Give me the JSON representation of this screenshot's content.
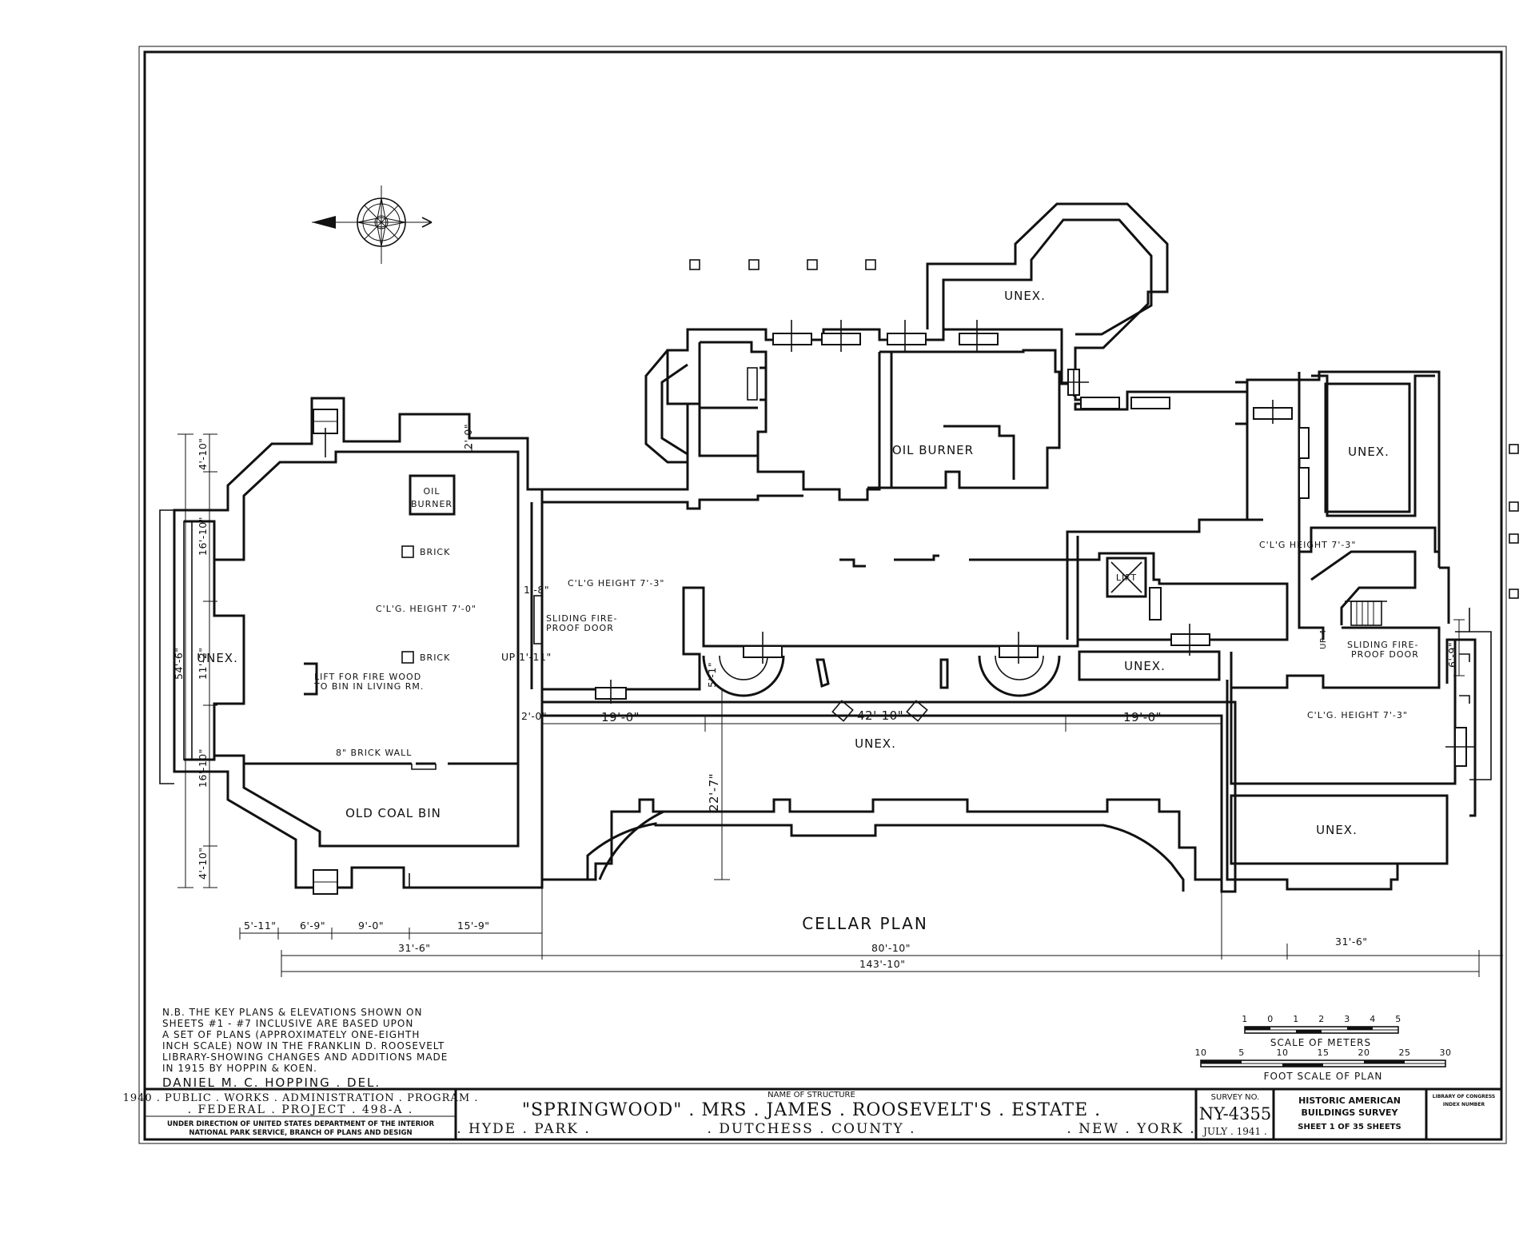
{
  "plan": {
    "title": "CELLAR PLAN",
    "rooms": {
      "unex_north": "UNEX.",
      "unex_east": "UNEX.",
      "unex_west": "UNEX.",
      "unex_center": "UNEX.",
      "unex_small": "UNEX.",
      "unex_southeast": "UNEX.",
      "oil_burner_top": "OIL BURNER",
      "oil_burner_box_1": "OIL",
      "oil_burner_box_2": "BURNER",
      "brick_1": "BRICK",
      "brick_2": "BRICK",
      "clg_west": "C'L'G. HEIGHT 7'-0\"",
      "clg_mid": "C'L'G HEIGHT 7'-3\"",
      "clg_east_upper": "C'L'G HEIGHT 7'-3\"",
      "clg_east_lower": "C'L'G. HEIGHT 7'-3\"",
      "sliding_door_1a": "SLIDING FIRE-",
      "sliding_door_1b": "PROOF DOOR",
      "sliding_door_2a": "SLIDING FIRE-",
      "sliding_door_2b": "PROOF DOOR",
      "lift_firewood_1": "LIFT FOR FIRE WOOD",
      "lift_firewood_2": "TO BIN IN LIVING RM.",
      "brick_wall": "8\" BRICK WALL",
      "old_coal_bin": "OLD COAL BIN",
      "lift": "LIFT"
    },
    "dimensions": {
      "d_4_10_top": "4'-10\"",
      "d_16_10_top": "16'-10\"",
      "d_11_2": "11'-2\"",
      "d_16_10_bot": "16'-10\"",
      "d_4_10_bot": "4'-10\"",
      "d_54_6": "54'-6\"",
      "d_2_0_top": "2'-0\"",
      "d_1_8": "1'-8\"",
      "d_up_1_11": "UP 1'-11\"",
      "d_2_0_left": "2'-0\"",
      "d_5_1": "5'-1\"",
      "d_19_0_left": "19'-0\"",
      "d_42_10": "42'-10\"",
      "d_19_0_right": "19'-0\"",
      "d_22_7": "22'-7\"",
      "d_up_4": "UP 4\"",
      "d_6_9": "6'-9\"",
      "d_5_11": "5'-11\"",
      "d_6_9_bot": "6'-9\"",
      "d_9_0": "9'-0\"",
      "d_15_9": "15'-9\"",
      "d_31_6_left": "31'-6\"",
      "d_80_10": "80'-10\"",
      "d_31_6_right": "31'-6\"",
      "d_143_10": "143'-10\""
    }
  },
  "notes": {
    "line1": "N.B. THE KEY PLANS & ELEVATIONS SHOWN ON",
    "line2": "SHEETS #1 - #7 INCLUSIVE ARE BASED UPON",
    "line3": "A SET OF PLANS (APPROXIMATELY ONE-EIGHTH",
    "line4": "INCH SCALE) NOW IN THE FRANKLIN D. ROOSEVELT",
    "line5": "LIBRARY-SHOWING CHANGES AND ADDITIONS MADE",
    "line6": "IN 1915 BY HOPPIN & KOEN.",
    "delineator": "DANIEL M. C. HOPPING . DEL."
  },
  "scales": {
    "meters_ticks": [
      "1",
      "0",
      "1",
      "2",
      "3",
      "4",
      "5"
    ],
    "meters_label": "SCALE OF METERS",
    "feet_ticks": [
      "10",
      "5",
      "10",
      "15",
      "20",
      "25",
      "30"
    ],
    "feet_label": "FOOT SCALE OF PLAN"
  },
  "title_block": {
    "program_1": "1940 . PUBLIC . WORKS . ADMINISTRATION . PROGRAM .",
    "program_2": ". FEDERAL . PROJECT . 498-A .",
    "program_3": "UNDER DIRECTION OF UNITED STATES DEPARTMENT OF THE INTERIOR",
    "program_4": "NATIONAL PARK SERVICE, BRANCH OF PLANS AND DESIGN",
    "name_label": "NAME OF STRUCTURE",
    "structure_name": "\"SPRINGWOOD\" . MRS . JAMES . ROOSEVELT'S . ESTATE .",
    "town": ". HYDE . PARK .",
    "county": ". DUTCHESS . COUNTY .",
    "state": ". NEW . YORK .",
    "survey_label": "SURVEY NO.",
    "survey_no": "NY-4355",
    "survey_date": "JULY . 1941 .",
    "habs_1": "HISTORIC AMERICAN",
    "habs_2": "BUILDINGS SURVEY",
    "sheet": "SHEET 1 OF 35 SHEETS",
    "loc_1": "LIBRARY OF CONGRESS",
    "loc_2": "INDEX NUMBER"
  }
}
